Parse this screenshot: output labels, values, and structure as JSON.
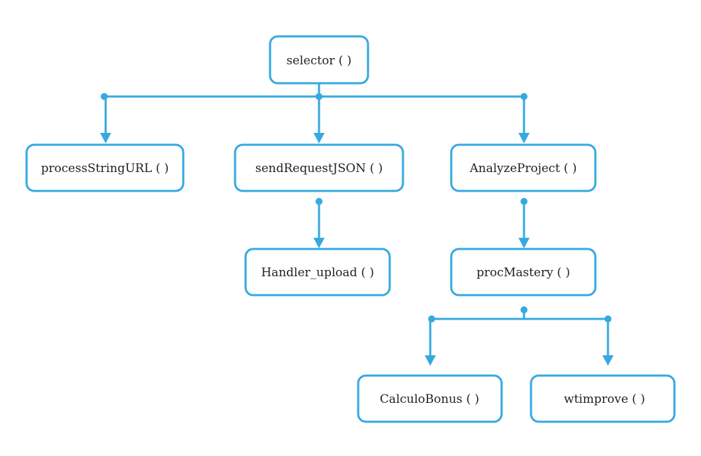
{
  "diagram": {
    "accent_color": "#36a9e1",
    "text_color": "#222222",
    "nodes": {
      "selector": "selector ( )",
      "processStringURL": "processStringURL ( )",
      "sendRequestJSON": "sendRequestJSON ( )",
      "AnalyzeProject": "AnalyzeProject ( )",
      "Handler_upload": "Handler_upload ( )",
      "procMastery": "procMastery ( )",
      "CalculoBonus": "CalculoBonus ( )",
      "wtimprove": "wtimprove ( )"
    },
    "edges": [
      {
        "from": "selector ( )",
        "to": "processStringURL ( )"
      },
      {
        "from": "selector ( )",
        "to": "sendRequestJSON ( )"
      },
      {
        "from": "selector ( )",
        "to": "AnalyzeProject ( )"
      },
      {
        "from": "sendRequestJSON ( )",
        "to": "Handler_upload ( )"
      },
      {
        "from": "AnalyzeProject ( )",
        "to": "procMastery ( )"
      },
      {
        "from": "procMastery ( )",
        "to": "CalculoBonus ( )"
      },
      {
        "from": "procMastery ( )",
        "to": "wtimprove ( )"
      }
    ]
  }
}
